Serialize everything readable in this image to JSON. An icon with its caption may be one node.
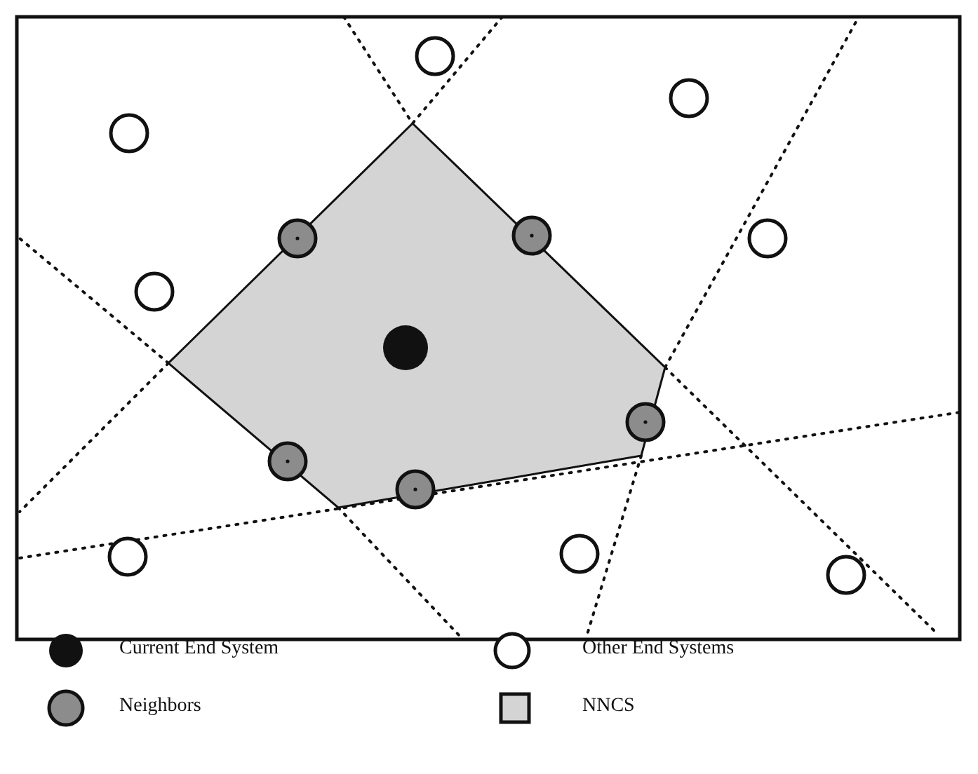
{
  "diagram": {
    "legend": [
      {
        "text": "Current End System",
        "color": "#111111"
      },
      {
        "text": "Other End Systems",
        "color": "#ffffff"
      },
      {
        "text": "Neighbors",
        "color": "#8c8c8c"
      },
      {
        "text": "NNCS",
        "color": "#d4d4d4"
      }
    ]
  }
}
